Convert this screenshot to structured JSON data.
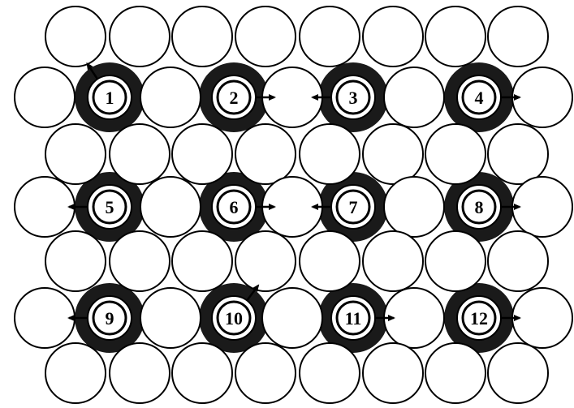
{
  "diagram": {
    "colors": {
      "background": "#ffffff",
      "ink": "#000000",
      "circle_fill": "#ffffff"
    },
    "rows": [
      {
        "count": 8,
        "type": "plain"
      },
      {
        "count": 9,
        "type": "with-labeled"
      },
      {
        "count": 8,
        "type": "plain"
      },
      {
        "count": 9,
        "type": "with-labeled"
      },
      {
        "count": 8,
        "type": "plain"
      },
      {
        "count": 9,
        "type": "with-labeled"
      },
      {
        "count": 8,
        "type": "plain"
      }
    ],
    "labeled_circles": [
      {
        "label": "1"
      },
      {
        "label": "2"
      },
      {
        "label": "3"
      },
      {
        "label": "4"
      },
      {
        "label": "5"
      },
      {
        "label": "6"
      },
      {
        "label": "7"
      },
      {
        "label": "8"
      },
      {
        "label": "9"
      },
      {
        "label": "10"
      },
      {
        "label": "11"
      },
      {
        "label": "12"
      }
    ],
    "arrows": [
      {
        "from": "1",
        "direction": "up-left"
      },
      {
        "from": "2",
        "direction": "right"
      },
      {
        "from": "3",
        "direction": "left"
      },
      {
        "from": "4",
        "direction": "right"
      },
      {
        "from": "5",
        "direction": "left"
      },
      {
        "from": "6",
        "direction": "right"
      },
      {
        "from": "7",
        "direction": "left"
      },
      {
        "from": "8",
        "direction": "right"
      },
      {
        "from": "9",
        "direction": "left"
      },
      {
        "from": "10",
        "direction": "up-right"
      },
      {
        "from": "11",
        "direction": "right"
      },
      {
        "from": "12",
        "direction": "right"
      }
    ]
  }
}
